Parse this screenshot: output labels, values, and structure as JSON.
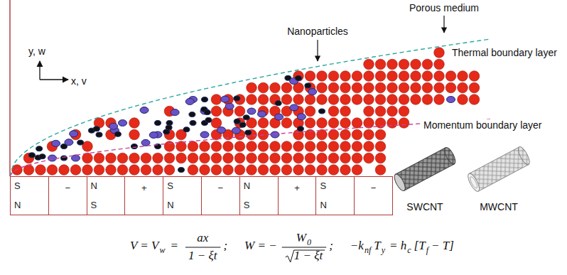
{
  "diagram": {
    "nodes": [
      {
        "text": [
          "S",
          "N"
        ]
      },
      {
        "text": [
          "−"
        ]
      },
      {
        "text": [
          "N",
          "S"
        ]
      },
      {
        "text": [
          "+"
        ]
      },
      {
        "text": [
          "S",
          "N"
        ]
      },
      {
        "text": [
          "−"
        ]
      },
      {
        "text": [
          "N",
          "S"
        ]
      },
      {
        "text": [
          "+"
        ]
      },
      {
        "text": [
          "S",
          "N"
        ]
      },
      {
        "text": [
          "−"
        ]
      }
    ],
    "labels": [
      "Nanoparticles",
      "Porous medium",
      "y, w",
      "x, v",
      "Thermal boundary layer",
      "Momentum boundary layer",
      "SWCNT",
      "MWCNT",
      "V = V",
      "w",
      "=",
      "ax",
      "1 − ξt",
      ";",
      "W = −",
      "W",
      "0",
      "1 − ξt",
      ";",
      "−k",
      "nf",
      "T",
      "y",
      "= h",
      "c",
      "[T",
      "f",
      "− T]"
    ]
  }
}
